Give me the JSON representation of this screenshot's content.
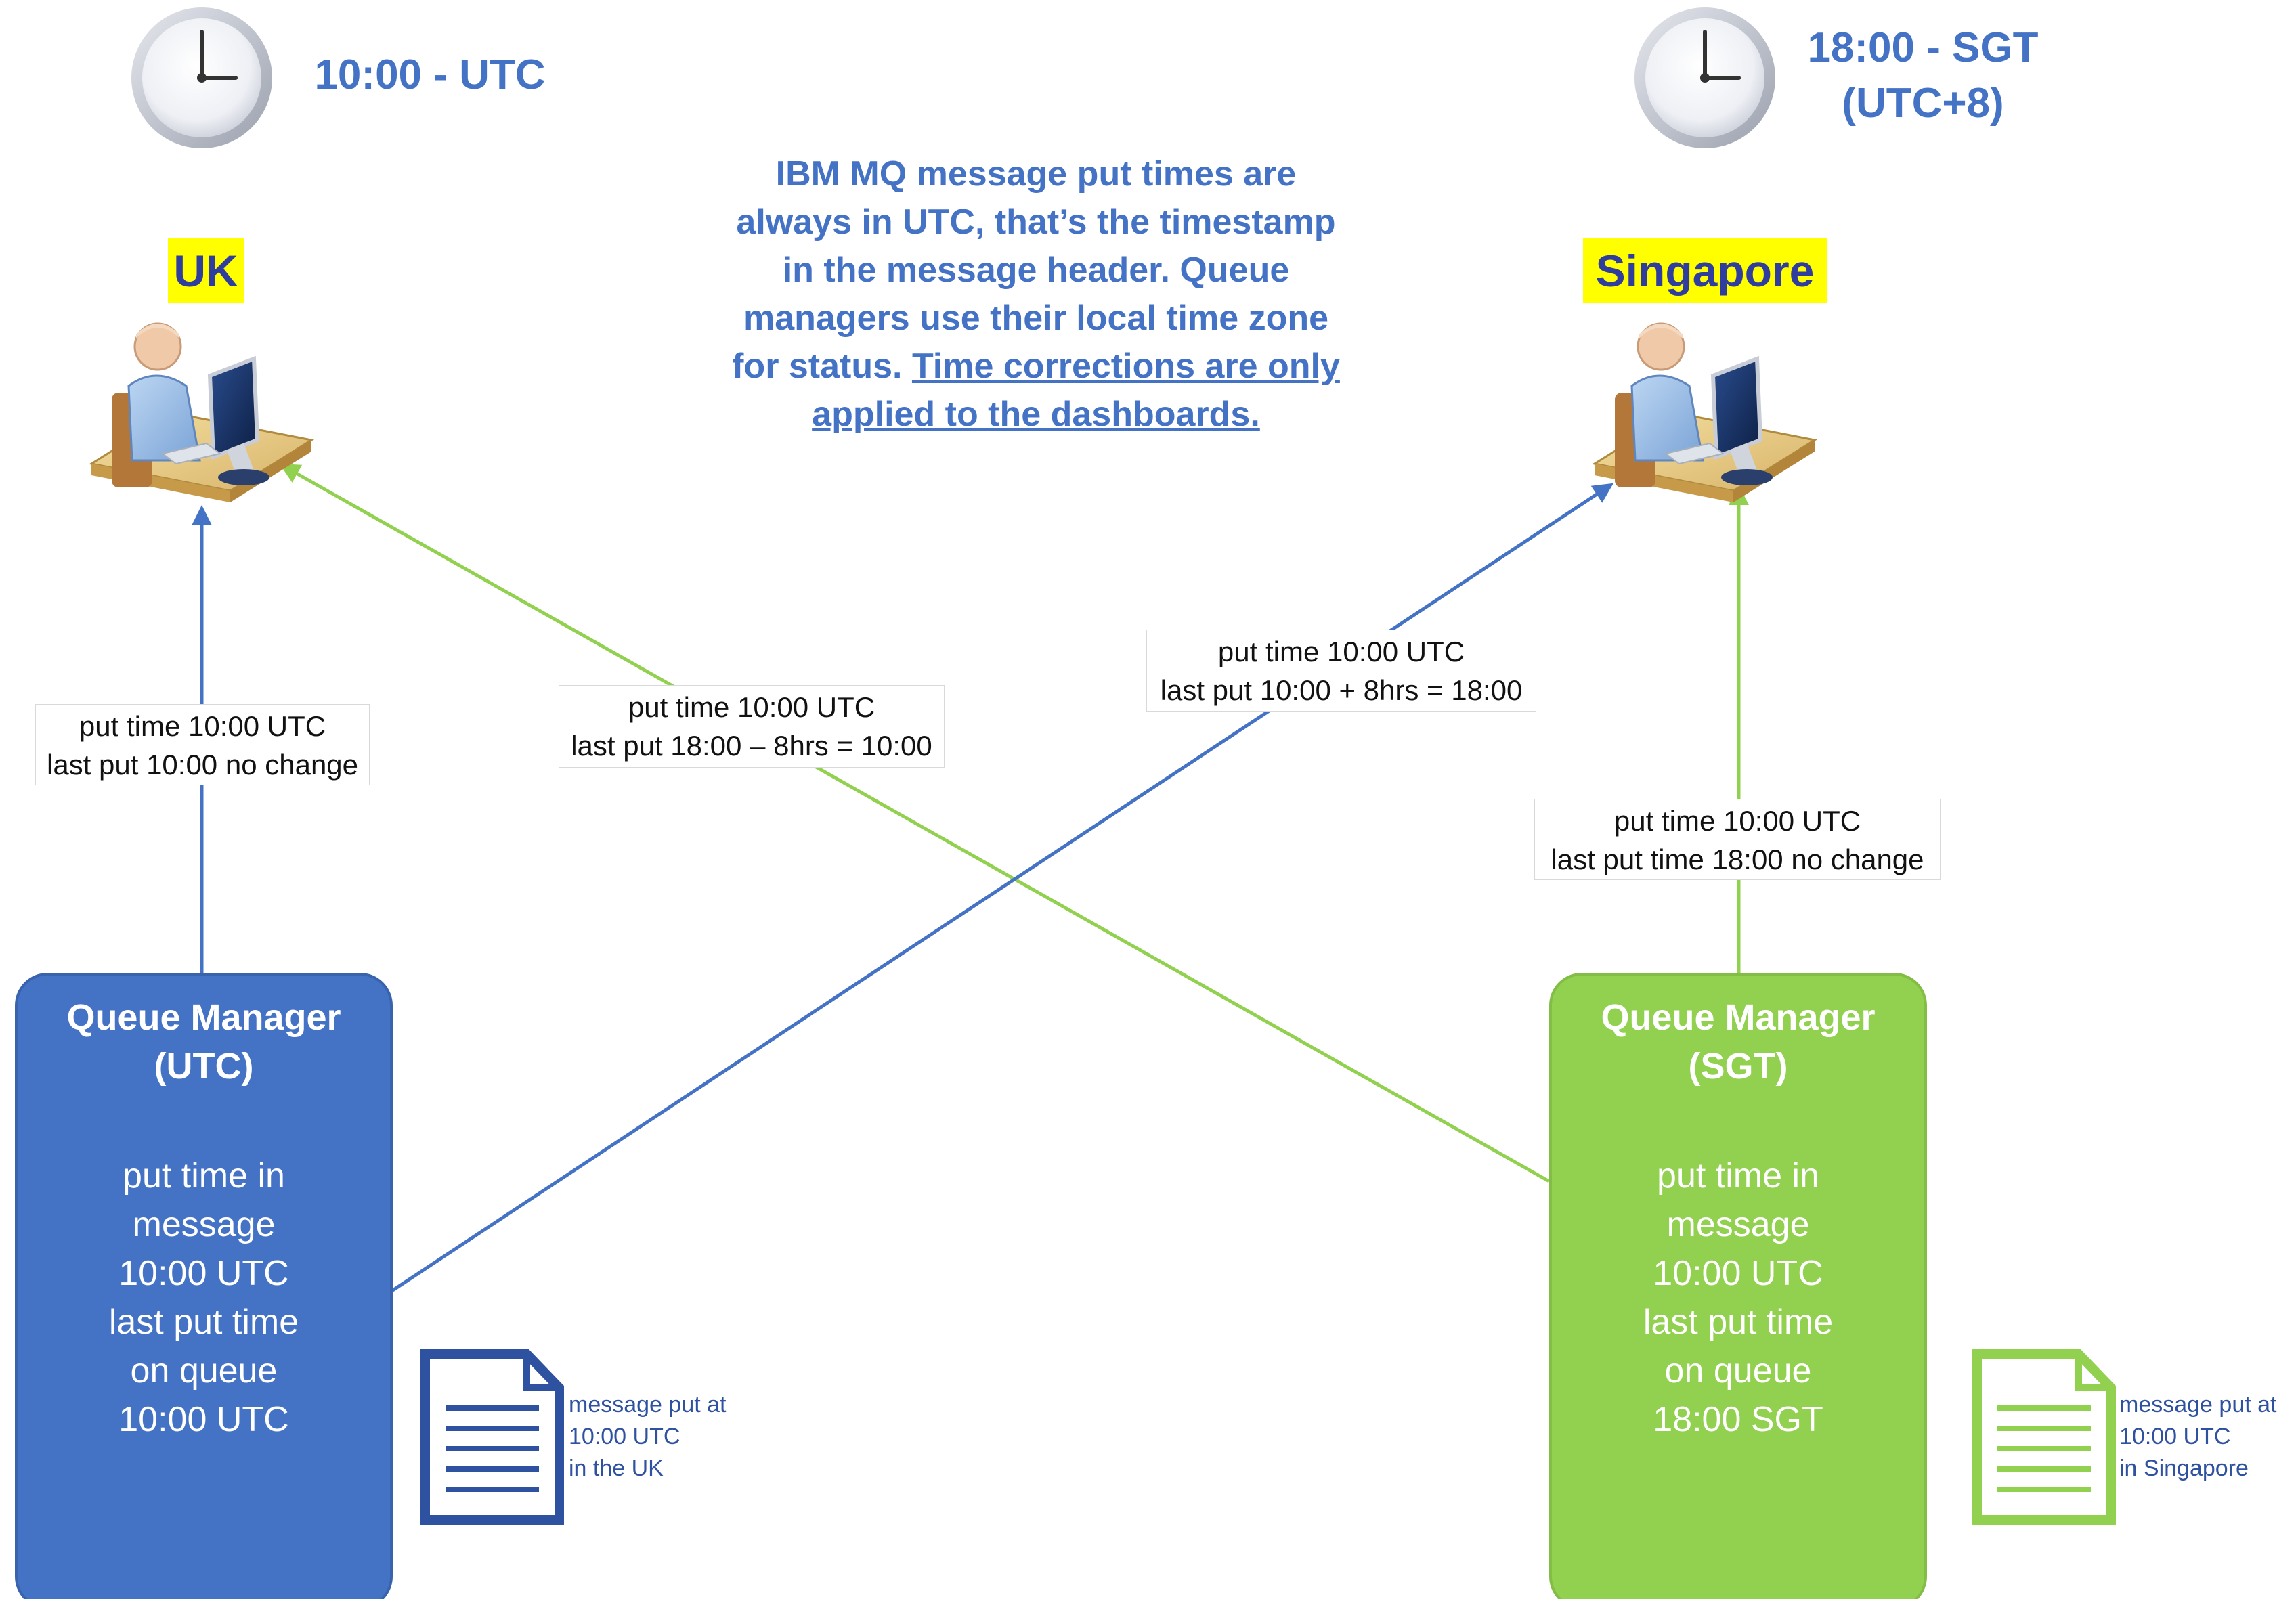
{
  "colors": {
    "blue": "#4472c4",
    "green": "#92d050",
    "label_yellow": "#ffff00",
    "country_text": "#2f3e9e"
  },
  "icons": {
    "clock": "clock-icon",
    "user_desk": "user-at-desk-icon",
    "document": "document-icon"
  },
  "clocks": {
    "uk_label": "10:00 - UTC",
    "sg_label_line1": "18:00 - SGT",
    "sg_label_line2": "(UTC+8)"
  },
  "countries": {
    "uk": "UK",
    "sg": "Singapore"
  },
  "note": {
    "line1": "IBM MQ message put times are",
    "line2": "always in UTC, that’s the timestamp",
    "line3": "in the message header. Queue",
    "line4": "managers use their local time zone",
    "line5_plain": "for status. ",
    "line5_underlined": "Time corrections are only",
    "line6_underlined": "applied to the dashboards."
  },
  "connectors": {
    "uk_direct": {
      "line1": "put time 10:00 UTC",
      "line2": "last put 10:00 no change"
    },
    "sg_to_uk": {
      "line1": "put time 10:00 UTC",
      "line2": "last put 18:00 – 8hrs = 10:00"
    },
    "uk_to_sg": {
      "line1": "put time 10:00 UTC",
      "line2": "last put 10:00 + 8hrs = 18:00"
    },
    "sg_direct": {
      "line1": "put time 10:00 UTC",
      "line2": "last put time 18:00 no change"
    }
  },
  "queue_managers": {
    "utc": {
      "title1": "Queue Manager",
      "title2": "(UTC)",
      "body": [
        "put time in",
        "message",
        "10:00 UTC",
        "last put time",
        "on queue",
        "10:00 UTC"
      ]
    },
    "sgt": {
      "title1": "Queue Manager",
      "title2": "(SGT)",
      "body": [
        "put time in",
        "message",
        "10:00 UTC",
        "last put time",
        "on queue",
        "18:00 SGT"
      ]
    }
  },
  "documents": {
    "uk": [
      "message put at",
      "10:00 UTC",
      "in the UK"
    ],
    "sg": [
      "message put at",
      "10:00 UTC",
      "in Singapore"
    ]
  }
}
